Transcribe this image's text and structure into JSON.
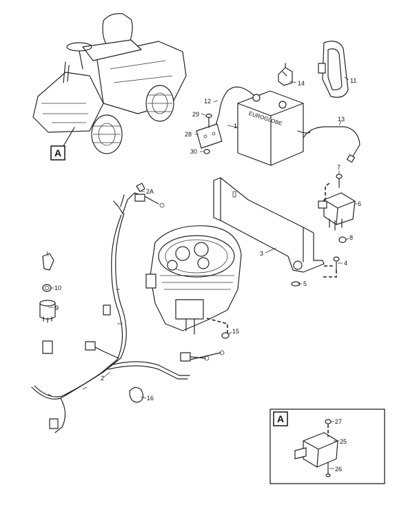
{
  "callouts": {
    "p1": "1",
    "p2": "2",
    "p2a": "2A",
    "p3": "3",
    "p4": "4",
    "p5": "5",
    "p6": "6",
    "p7": "7",
    "p8": "8",
    "p9": "9",
    "p10": "10",
    "p11": "11",
    "p12": "12",
    "p13": "13",
    "p14": "14",
    "p15": "15",
    "p16": "16",
    "p25": "25",
    "p26": "26",
    "p27": "27",
    "p28": "28",
    "p29": "29",
    "p30": "30"
  },
  "battery_brand": "EUROGLOBE",
  "detail_letter": "A",
  "detail_ref_letter": "A"
}
